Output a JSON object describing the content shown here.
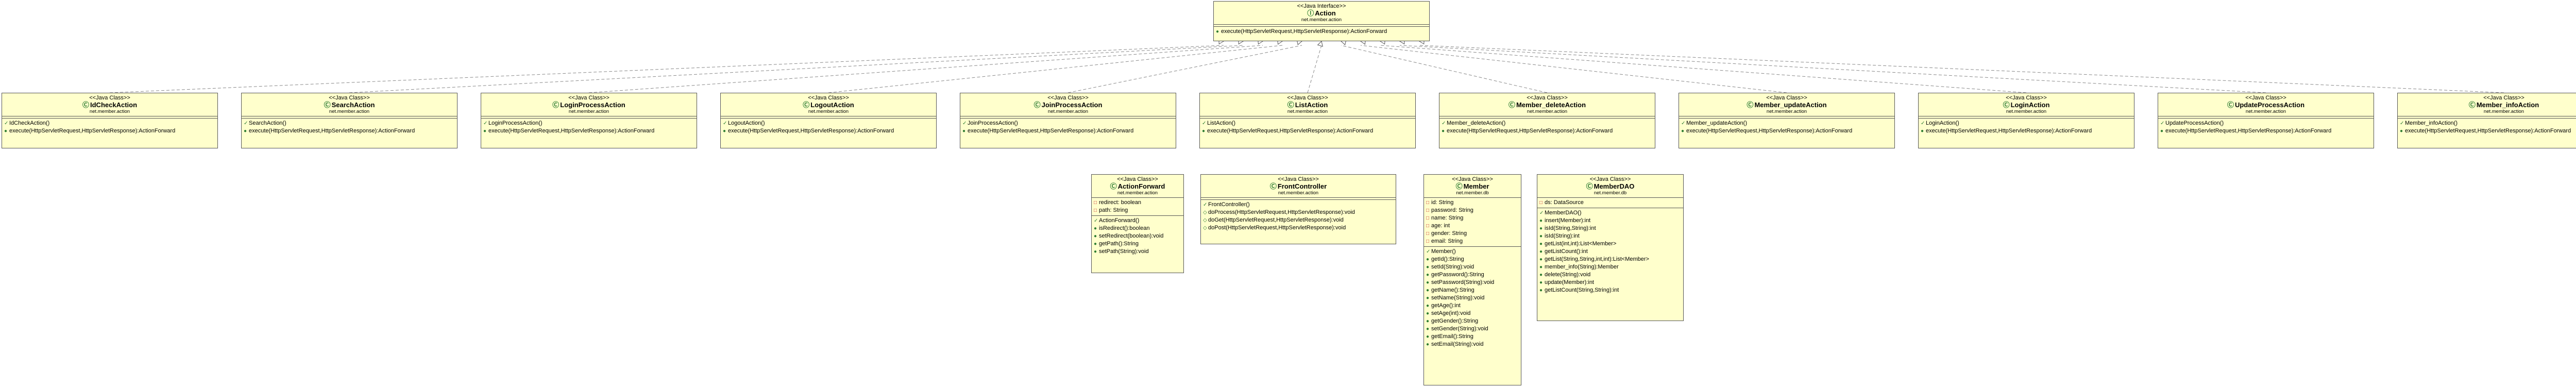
{
  "diagram": {
    "classes": [
      {
        "id": "action",
        "stereotype": "<<Java Interface>>",
        "icon": "interface-icon",
        "name": "Action",
        "package": "net.member.action",
        "attributes": [],
        "methods": [
          {
            "vis": "public",
            "text": "execute(HttpServletRequest,HttpServletResponse):ActionForward"
          }
        ]
      },
      {
        "id": "idcheck",
        "stereotype": "<<Java Class>>",
        "icon": "class-icon",
        "name": "IdCheckAction",
        "package": "net.member.action",
        "attributes": [],
        "methods": [
          {
            "vis": "constructor",
            "text": "IdCheckAction()"
          },
          {
            "vis": "public",
            "text": "execute(HttpServletRequest,HttpServletResponse):ActionForward"
          }
        ]
      },
      {
        "id": "search",
        "stereotype": "<<Java Class>>",
        "icon": "class-icon",
        "name": "SearchAction",
        "package": "net.member.action",
        "attributes": [],
        "methods": [
          {
            "vis": "constructor",
            "text": "SearchAction()"
          },
          {
            "vis": "public",
            "text": "execute(HttpServletRequest,HttpServletResponse):ActionForward"
          }
        ]
      },
      {
        "id": "loginprocess",
        "stereotype": "<<Java Class>>",
        "icon": "class-icon",
        "name": "LoginProcessAction",
        "package": "net.member.action",
        "attributes": [],
        "methods": [
          {
            "vis": "constructor",
            "text": "LoginProcessAction()"
          },
          {
            "vis": "public",
            "text": "execute(HttpServletRequest,HttpServletResponse):ActionForward"
          }
        ]
      },
      {
        "id": "logout",
        "stereotype": "<<Java Class>>",
        "icon": "class-icon",
        "name": "LogoutAction",
        "package": "net.member.action",
        "attributes": [],
        "methods": [
          {
            "vis": "constructor",
            "text": "LogoutAction()"
          },
          {
            "vis": "public",
            "text": "execute(HttpServletRequest,HttpServletResponse):ActionForward"
          }
        ]
      },
      {
        "id": "joinprocess",
        "stereotype": "<<Java Class>>",
        "icon": "class-icon",
        "name": "JoinProcessAction",
        "package": "net.member.action",
        "attributes": [],
        "methods": [
          {
            "vis": "constructor",
            "text": "JoinProcessAction()"
          },
          {
            "vis": "public",
            "text": "execute(HttpServletRequest,HttpServletResponse):ActionForward"
          }
        ]
      },
      {
        "id": "list",
        "stereotype": "<<Java Class>>",
        "icon": "class-icon",
        "name": "ListAction",
        "package": "net.member.action",
        "attributes": [],
        "methods": [
          {
            "vis": "constructor",
            "text": "ListAction()"
          },
          {
            "vis": "public",
            "text": "execute(HttpServletRequest,HttpServletResponse):ActionForward"
          }
        ]
      },
      {
        "id": "delete",
        "stereotype": "<<Java Class>>",
        "icon": "class-icon",
        "name": "Member_deleteAction",
        "package": "net.member.action",
        "attributes": [],
        "methods": [
          {
            "vis": "constructor",
            "text": "Member_deleteAction()"
          },
          {
            "vis": "public",
            "text": "execute(HttpServletRequest,HttpServletResponse):ActionForward"
          }
        ]
      },
      {
        "id": "update",
        "stereotype": "<<Java Class>>",
        "icon": "class-icon",
        "name": "Member_updateAction",
        "package": "net.member.action",
        "attributes": [],
        "methods": [
          {
            "vis": "constructor",
            "text": "Member_updateAction()"
          },
          {
            "vis": "public",
            "text": "execute(HttpServletRequest,HttpServletResponse):ActionForward"
          }
        ]
      },
      {
        "id": "login",
        "stereotype": "<<Java Class>>",
        "icon": "class-icon",
        "name": "LoginAction",
        "package": "net.member.action",
        "attributes": [],
        "methods": [
          {
            "vis": "constructor",
            "text": "LoginAction()"
          },
          {
            "vis": "public",
            "text": "execute(HttpServletRequest,HttpServletResponse):ActionForward"
          }
        ]
      },
      {
        "id": "updateprocess",
        "stereotype": "<<Java Class>>",
        "icon": "class-icon",
        "name": "UpdateProcessAction",
        "package": "net.member.action",
        "attributes": [],
        "methods": [
          {
            "vis": "constructor",
            "text": "UpdateProcessAction()"
          },
          {
            "vis": "public",
            "text": "execute(HttpServletRequest,HttpServletResponse):ActionForward"
          }
        ]
      },
      {
        "id": "info",
        "stereotype": "<<Java Class>>",
        "icon": "class-icon",
        "name": "Member_infoAction",
        "package": "net.member.action",
        "attributes": [],
        "methods": [
          {
            "vis": "constructor",
            "text": "Member_infoAction()"
          },
          {
            "vis": "public",
            "text": "execute(HttpServletRequest,HttpServletResponse):ActionForward"
          }
        ]
      },
      {
        "id": "actionforward",
        "stereotype": "<<Java Class>>",
        "icon": "class-icon",
        "name": "ActionForward",
        "package": "net.member.action",
        "attributes": [
          {
            "vis": "private",
            "text": "redirect: boolean"
          },
          {
            "vis": "private",
            "text": "path: String"
          }
        ],
        "methods": [
          {
            "vis": "constructor",
            "text": "ActionForward()"
          },
          {
            "vis": "public",
            "text": "isRedirect():boolean"
          },
          {
            "vis": "public",
            "text": "setRedirect(boolean):void"
          },
          {
            "vis": "public",
            "text": "getPath():String"
          },
          {
            "vis": "public",
            "text": "setPath(String):void"
          }
        ]
      },
      {
        "id": "frontcontroller",
        "stereotype": "<<Java Class>>",
        "icon": "class-icon",
        "name": "FrontController",
        "package": "net.member.action",
        "attributes": [],
        "methods": [
          {
            "vis": "constructor",
            "text": "FrontController()"
          },
          {
            "vis": "protected",
            "text": "doProcess(HttpServletRequest,HttpServletResponse):void"
          },
          {
            "vis": "protected",
            "text": "doGet(HttpServletRequest,HttpServletResponse):void"
          },
          {
            "vis": "protected",
            "text": "doPost(HttpServletRequest,HttpServletResponse):void"
          }
        ]
      },
      {
        "id": "member",
        "stereotype": "<<Java Class>>",
        "icon": "class-icon",
        "name": "Member",
        "package": "net.member.db",
        "attributes": [
          {
            "vis": "private",
            "text": "id: String"
          },
          {
            "vis": "private",
            "text": "password: String"
          },
          {
            "vis": "private",
            "text": "name: String"
          },
          {
            "vis": "private",
            "text": "age: int"
          },
          {
            "vis": "private",
            "text": "gender: String"
          },
          {
            "vis": "private",
            "text": "email: String"
          }
        ],
        "methods": [
          {
            "vis": "constructor",
            "text": "Member()"
          },
          {
            "vis": "public",
            "text": "getId():String"
          },
          {
            "vis": "public",
            "text": "setId(String):void"
          },
          {
            "vis": "public",
            "text": "getPassword():String"
          },
          {
            "vis": "public",
            "text": "setPassword(String):void"
          },
          {
            "vis": "public",
            "text": "getName():String"
          },
          {
            "vis": "public",
            "text": "setName(String):void"
          },
          {
            "vis": "public",
            "text": "getAge():int"
          },
          {
            "vis": "public",
            "text": "setAge(int):void"
          },
          {
            "vis": "public",
            "text": "getGender():String"
          },
          {
            "vis": "public",
            "text": "setGender(String):void"
          },
          {
            "vis": "public",
            "text": "getEmail():String"
          },
          {
            "vis": "public",
            "text": "setEmail(String):void"
          }
        ]
      },
      {
        "id": "memberdao",
        "stereotype": "<<Java Class>>",
        "icon": "class-icon",
        "name": "MemberDAO",
        "package": "net.member.db",
        "attributes": [
          {
            "vis": "private",
            "text": "ds: DataSource"
          }
        ],
        "methods": [
          {
            "vis": "constructor",
            "text": "MemberDAO()"
          },
          {
            "vis": "public",
            "text": "insert(Member):int"
          },
          {
            "vis": "public",
            "text": "isId(String,String):int"
          },
          {
            "vis": "public",
            "text": "isId(String):int"
          },
          {
            "vis": "public",
            "text": "getList(int,int):List<Member>"
          },
          {
            "vis": "public",
            "text": "getListCount():int"
          },
          {
            "vis": "public",
            "text": "getList(String,String,int,int):List<Member>"
          },
          {
            "vis": "public",
            "text": "member_info(String):Member"
          },
          {
            "vis": "public",
            "text": "delete(String):void"
          },
          {
            "vis": "public",
            "text": "update(Member):int"
          },
          {
            "vis": "public",
            "text": "getListCount(String,String):int"
          }
        ]
      }
    ],
    "edges": [
      {
        "from": "idcheck",
        "to": "action",
        "type": "realization"
      },
      {
        "from": "search",
        "to": "action",
        "type": "realization"
      },
      {
        "from": "loginprocess",
        "to": "action",
        "type": "realization"
      },
      {
        "from": "logout",
        "to": "action",
        "type": "realization"
      },
      {
        "from": "joinprocess",
        "to": "action",
        "type": "realization"
      },
      {
        "from": "list",
        "to": "action",
        "type": "realization"
      },
      {
        "from": "delete",
        "to": "action",
        "type": "realization"
      },
      {
        "from": "update",
        "to": "action",
        "type": "realization"
      },
      {
        "from": "login",
        "to": "action",
        "type": "realization"
      },
      {
        "from": "updateprocess",
        "to": "action",
        "type": "realization"
      },
      {
        "from": "info",
        "to": "action",
        "type": "realization"
      }
    ],
    "colors": {
      "fill": "#ffffcc",
      "border": "#555555",
      "public": "#2e7d32",
      "private": "#c62828",
      "edge": "#888888"
    }
  }
}
